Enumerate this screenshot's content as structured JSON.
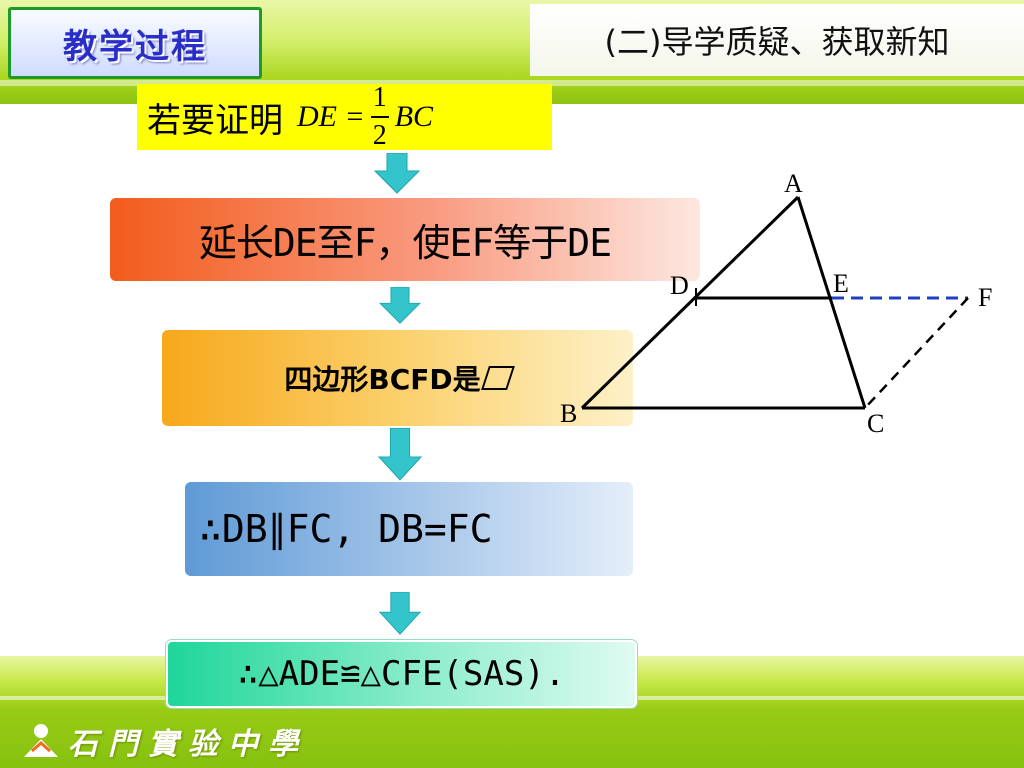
{
  "header": {
    "title": "教学过程",
    "section": "(二)导学质疑、获取新知"
  },
  "goal": {
    "label": "若要证明",
    "formula_lhs": "DE =",
    "numerator": "1",
    "denominator": "2",
    "formula_rhs": "BC"
  },
  "steps": {
    "step1": "延长DE至F，使EF等于DE",
    "step2": "四边形BCFD是",
    "step3": "∴DB∥FC, DB=FC",
    "step4": "∴△ADE≌△CFE(SAS)."
  },
  "diagram": {
    "points": {
      "A": "A",
      "B": "B",
      "C": "C",
      "D": "D",
      "E": "E",
      "F": "F"
    }
  },
  "footer": {
    "school": "石門實验中學"
  },
  "colors": {
    "title_blue": "#2a2ec8",
    "dashed_line": "#1f3fbf",
    "arrow_teal": "#33c4cc",
    "goal_yellow": "#ffff00"
  }
}
